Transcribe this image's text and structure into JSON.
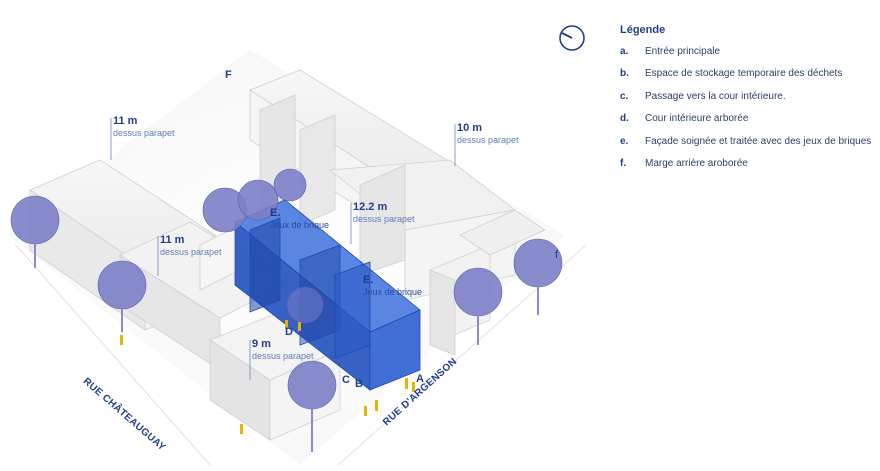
{
  "legend": {
    "title": "Légende",
    "items": [
      {
        "key": "a.",
        "text": "Entrée principale"
      },
      {
        "key": "b.",
        "text": "Espace de stockage temporaire des déchets"
      },
      {
        "key": "c.",
        "text": "Passage vers la cour intérieure."
      },
      {
        "key": "d.",
        "text": "Cour intérieure arborée"
      },
      {
        "key": "e.",
        "text": "Façade soignée et traitée avec des jeux de briques"
      },
      {
        "key": "f.",
        "text": "Marge arrière aroborée"
      }
    ]
  },
  "heights": [
    {
      "value": "11 m",
      "label": "dessus parapet"
    },
    {
      "value": "10 m",
      "label": "dessus parapet"
    },
    {
      "value": "11 m",
      "label": "dessus parapet"
    },
    {
      "value": "12.2 m",
      "label": "dessus parapet"
    },
    {
      "value": "9 m",
      "label": "dessus parapet"
    }
  ],
  "facade_labels": [
    {
      "letter": "E.",
      "text": "Jeux de brique"
    },
    {
      "letter": "E.",
      "text": "Jeux de brique"
    }
  ],
  "markers": {
    "f_upper": "F",
    "f_right": "f",
    "a": "A",
    "b": "B",
    "c": "C",
    "d": "D"
  },
  "streets": {
    "left": "RUE CHÂTEAUGUAY",
    "right": "RUE D'ARGENSON"
  },
  "colors": {
    "accent": "#1f3f8a",
    "project_volume": "#2b5fd0",
    "trees": "#7c7fc7",
    "buildings": "#ececec",
    "people": "#e8b400"
  },
  "icons": {
    "north": "north-arrow-icon"
  }
}
